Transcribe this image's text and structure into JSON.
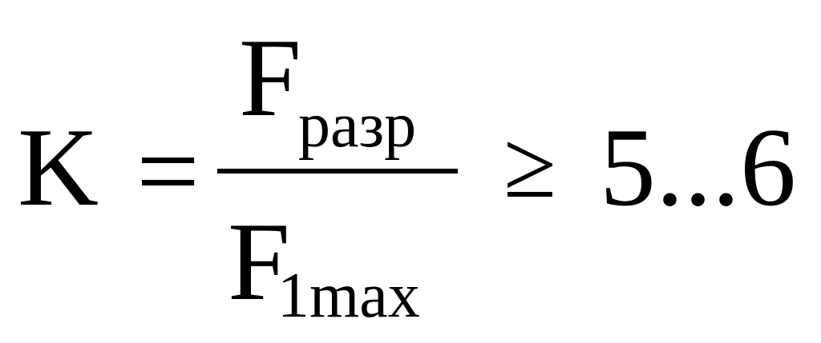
{
  "formula": {
    "lhs": "K",
    "equals": "=",
    "numerator": {
      "main": "F",
      "subscript": "разр"
    },
    "denominator": {
      "main": "F",
      "subscript": "1max"
    },
    "relation": "≥",
    "rhs": "5...6"
  }
}
